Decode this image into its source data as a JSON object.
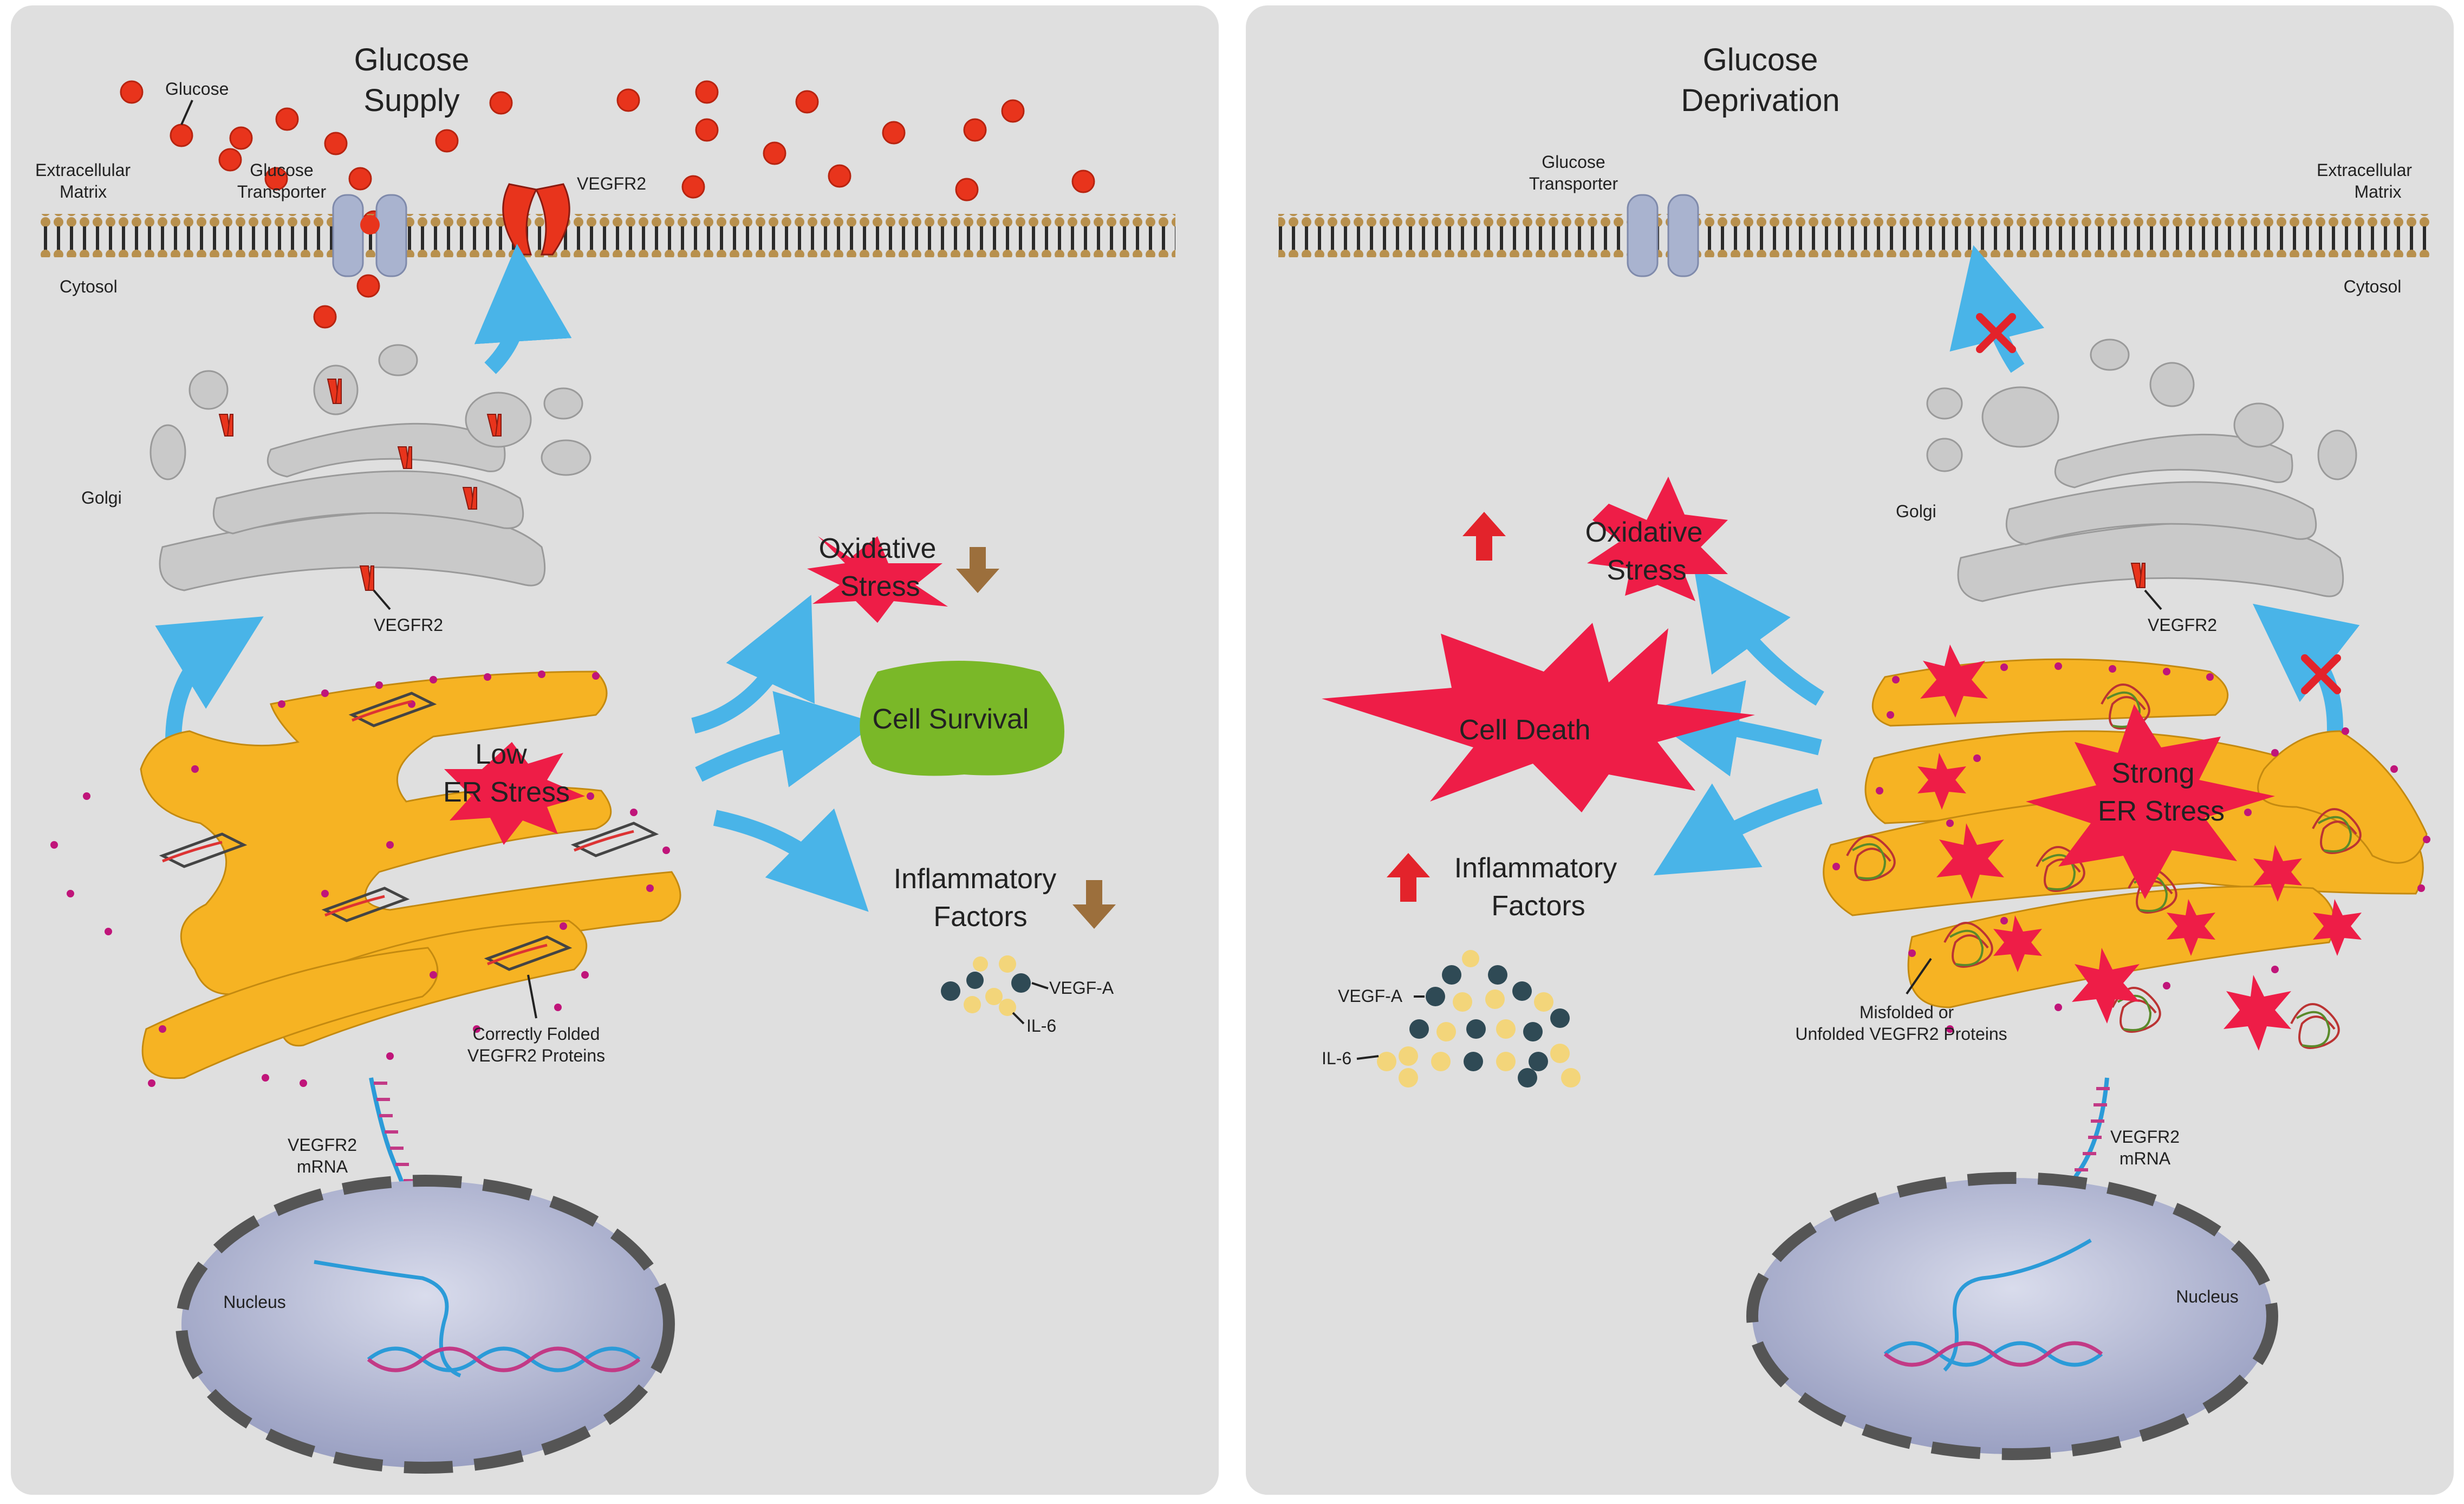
{
  "left": {
    "title_line1": "Glucose",
    "title_line2": "Supply",
    "glucose_label": "Glucose",
    "ecm_line1": "Extracellular",
    "ecm_line2": "Matrix",
    "transporter_line1": "Glucose",
    "transporter_line2": "Transporter",
    "vegfr2_top": "VEGFR2",
    "cytosol": "Cytosol",
    "golgi": "Golgi",
    "vegfr2_golgi": "VEGFR2",
    "er_stress_line1": "Low",
    "er_stress_line2": "ER Stress",
    "oxidative_line1": "Oxidative",
    "oxidative_line2": "Stress",
    "cell_survival": "Cell Survival",
    "inflammatory_line1": "Inflammatory",
    "inflammatory_line2": "Factors",
    "vegfa": "VEGF-A",
    "il6": "IL-6",
    "folded_line1": "Correctly Folded",
    "folded_line2": "VEGFR2 Proteins",
    "mrna_line1": "VEGFR2",
    "mrna_line2": "mRNA",
    "nucleus": "Nucleus"
  },
  "right": {
    "title_line1": "Glucose",
    "title_line2": "Deprivation",
    "transporter_line1": "Glucose",
    "transporter_line2": "Transporter",
    "ecm_line1": "Extracellular",
    "ecm_line2": "Matrix",
    "cytosol": "Cytosol",
    "golgi": "Golgi",
    "vegfr2_golgi": "VEGFR2",
    "oxidative_line1": "Oxidative",
    "oxidative_line2": "Stress",
    "cell_death": "Cell Death",
    "er_stress_line1": "Strong",
    "er_stress_line2": "ER Stress",
    "inflammatory_line1": "Inflammatory",
    "inflammatory_line2": "Factors",
    "vegfa": "VEGF-A",
    "il6": "IL-6",
    "misfolded_line1": "Misfolded or",
    "misfolded_line2": "Unfolded VEGFR2 Proteins",
    "mrna_line1": "VEGFR2",
    "mrna_line2": "mRNA",
    "nucleus": "Nucleus"
  },
  "colors": {
    "panel": "#dfdfdf",
    "glucose": "#e8341c",
    "er": "#f6b323",
    "golgi": "#c9c9c9",
    "arrow": "#49b4e8",
    "stress": "#ee1d47",
    "survival": "#7ab828",
    "nucleus": "#b9bed6",
    "down_arrow": "#9c6f3c",
    "up_arrow": "#e3232b"
  }
}
